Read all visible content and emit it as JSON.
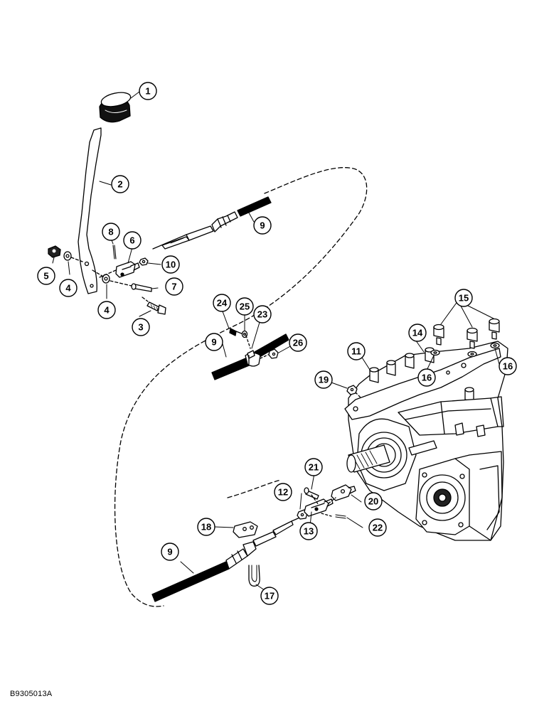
{
  "figure_id": "B9305013A",
  "callouts": [
    {
      "label": "1"
    },
    {
      "label": "2"
    },
    {
      "label": "3"
    },
    {
      "label": "4"
    },
    {
      "label": "4"
    },
    {
      "label": "5"
    },
    {
      "label": "6"
    },
    {
      "label": "7"
    },
    {
      "label": "8"
    },
    {
      "label": "9"
    },
    {
      "label": "9"
    },
    {
      "label": "9"
    },
    {
      "label": "10"
    },
    {
      "label": "11"
    },
    {
      "label": "12"
    },
    {
      "label": "13"
    },
    {
      "label": "14"
    },
    {
      "label": "15"
    },
    {
      "label": "16"
    },
    {
      "label": "16"
    },
    {
      "label": "17"
    },
    {
      "label": "18"
    },
    {
      "label": "19"
    },
    {
      "label": "20"
    },
    {
      "label": "21"
    },
    {
      "label": "22"
    },
    {
      "label": "23"
    },
    {
      "label": "24"
    },
    {
      "label": "25"
    },
    {
      "label": "26"
    }
  ]
}
